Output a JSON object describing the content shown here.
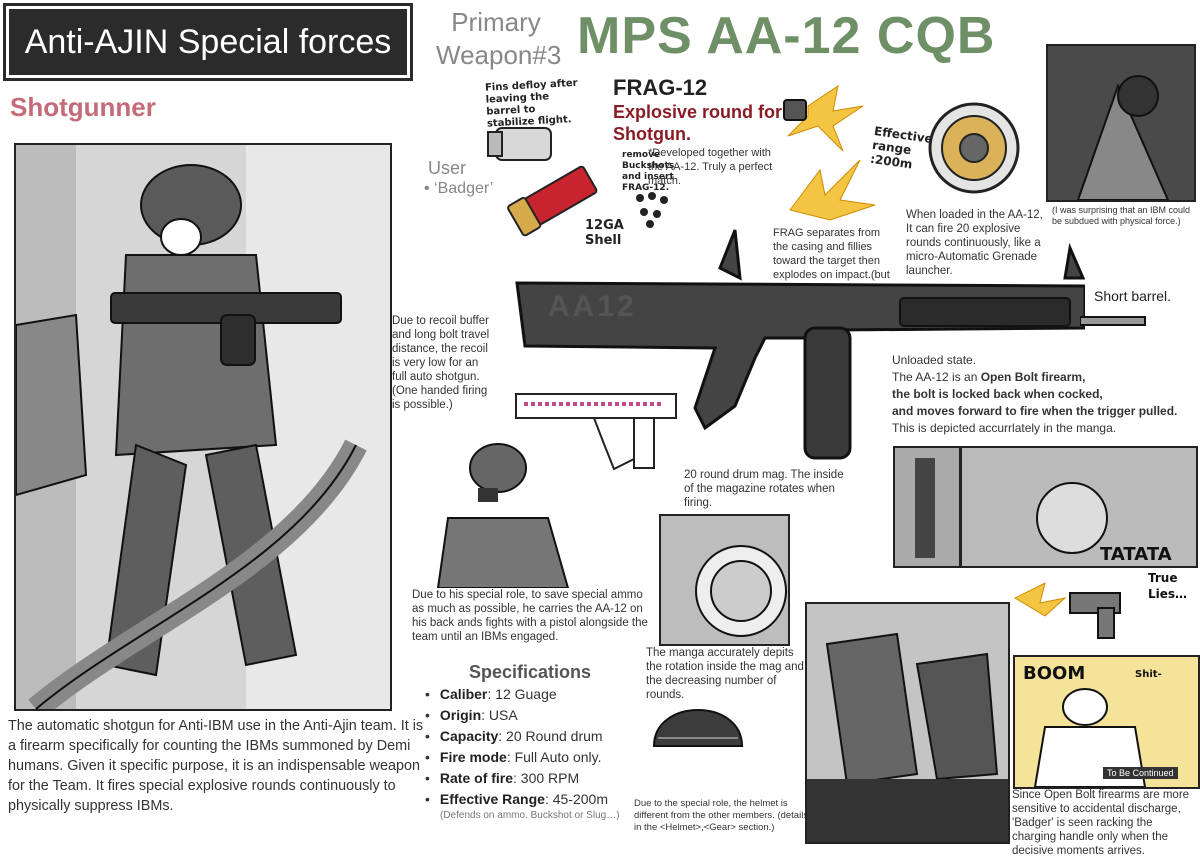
{
  "header": {
    "title": "Anti-AJIN Special forces",
    "role": "Shotgunner",
    "primary_line1": "Primary",
    "primary_line2": "Weapon#3",
    "weapon_name": "MPS AA-12 CQB"
  },
  "user": {
    "heading": "User",
    "name": "• ‘Badger’"
  },
  "frag": {
    "title": "FRAG-12",
    "subtitle": "Explosive round for Shotgun.",
    "dev_note": "*Developed together with the AA-12. Truly a perfect match.",
    "fins_note": "Fins defloy after leaving the barrel to stabilize flight.",
    "remove_note": "remove Buckshots and insert FRAG-12.",
    "shell_label": "12GA Shell",
    "effective_note": "Effective range :200m",
    "separates_note": "FRAG separates from the casing and fillies toward the target then explodes on impact.(but small)",
    "drum_note": "When loaded in the AA-12, It can fire 20 explosive rounds continuously, like a micro-Automatic Grenade launcher."
  },
  "gun": {
    "marking": "AA12",
    "short_barrel": "Short barrel.",
    "recoil_note": "Due to recoil buffer and long bolt travel distance, the recoil is very low for an full auto shotgun. (One handed firing is possible.)",
    "unloaded_1": "Unloaded state.",
    "unloaded_2": "The AA-12 is an ",
    "unloaded_bold_1": "Open Bolt firearm,",
    "unloaded_bold_2": "the bolt is locked back when cocked,",
    "unloaded_bold_3": "and moves forward to fire when the trigger pulled.",
    "unloaded_3": "This is depicted accurrlately in the manga.",
    "mag_note": "20 round drum mag. The inside of the magazine rotates when firing."
  },
  "notes": {
    "ibm_subdued": "(I was surprising that an IBM could be subdued with physical force.)",
    "special_role": "Due to his special role, to save special ammo as much as possible, he carries the AA-12 on his back ands fights with a pistol alongside the team until an IBMs engaged.",
    "rotation": "The manga accurately depits the rotation inside the mag and the decreasing number of rounds.",
    "helmet": "Due to the special role, the helmet is different from the other members. (details in the <Helmet>,<Gear> section.)",
    "open_bolt": "Since Open Bolt firearms are more sensitive to accidental discharge, 'Badger' is seen racking the charging handle only when the decisive moments arrives.",
    "tatata": "TATATA",
    "true_lies": "True Lies…",
    "boom": "BOOM",
    "shit": "Shit-",
    "to_be_continued": "To Be Continued"
  },
  "description": "The automatic shotgun for Anti-IBM use in the Anti-Ajin team. It is a firearm specifically for counting the IBMs summoned by Demi humans. Given it specific purpose, it is an indispensable weapon for the Team. It fires special explosive rounds continuously to physically suppress IBMs.",
  "specs": {
    "heading": "Specifications",
    "items": [
      {
        "label": "Caliber",
        "value": ": 12 Guage"
      },
      {
        "label": "Origin",
        "value": ": USA"
      },
      {
        "label": "Capacity",
        "value": ": 20 Round drum"
      },
      {
        "label": "Fire mode",
        "value": ": Full Auto only."
      },
      {
        "label": "Rate of fire",
        "value": ": 300 RPM"
      },
      {
        "label": "Effective Range",
        "value": ": 45-200m"
      }
    ],
    "footnote": "(Defends on ammo. Buckshot or Slug…)"
  },
  "colors": {
    "accent_green": "#6f8f66",
    "role_pink": "#c56b78",
    "frag_red": "#8a1c25",
    "title_bg": "#2b2b2b"
  }
}
